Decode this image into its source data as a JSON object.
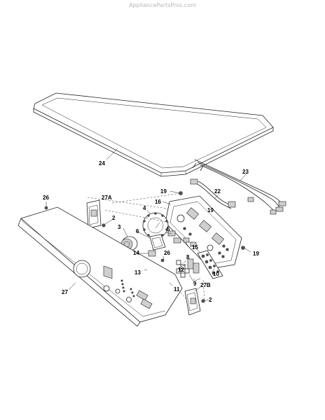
{
  "watermark": "AppliancePartsPros.com",
  "callouts": {
    "c24": "24",
    "c23": "23",
    "c22": "22",
    "c19a": "19",
    "c19b": "19",
    "c19c": "19",
    "c16": "16",
    "c4": "4",
    "c26a": "26",
    "c27a": "27A",
    "c2a": "2",
    "c3": "3",
    "c6": "6",
    "c5": "5",
    "c15": "15",
    "c14": "14",
    "c26b": "26",
    "c8": "8",
    "c13": "13",
    "c12": "12",
    "c10": "10",
    "c9": "9",
    "c11": "11",
    "c27b": "27B",
    "c27": "27",
    "c2b": "2"
  }
}
